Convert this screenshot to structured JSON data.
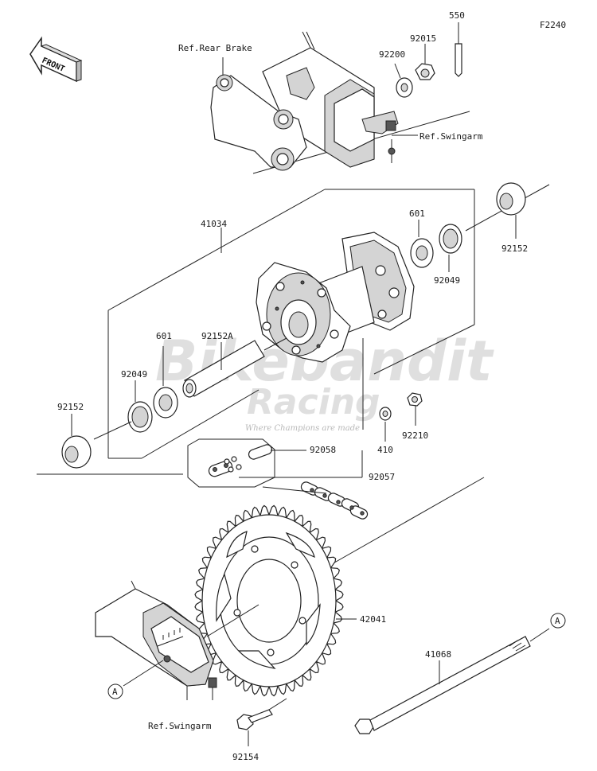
{
  "figure_code": "F2240",
  "front_label": "FRONT",
  "watermark": {
    "brand": "Bikebandit",
    "line2": "Racing",
    "tagline": "Where Champions are made"
  },
  "callout_marker": "A",
  "refs": {
    "rear_brake": "Ref.Rear Brake",
    "swingarm_top": "Ref.Swingarm",
    "swingarm_bottom": "Ref.Swingarm"
  },
  "parts": {
    "p550": "550",
    "p92015": "92015",
    "p92200": "92200",
    "p41034": "41034",
    "p601_top": "601",
    "p92049_top": "92049",
    "p92152_top": "92152",
    "p92152A": "92152A",
    "p601_left": "601",
    "p92049_left": "92049",
    "p92152_left": "92152",
    "p92210": "92210",
    "p410": "410",
    "p92058": "92058",
    "p92057": "92057",
    "p42041": "42041",
    "p41068": "41068",
    "p92154": "92154"
  }
}
